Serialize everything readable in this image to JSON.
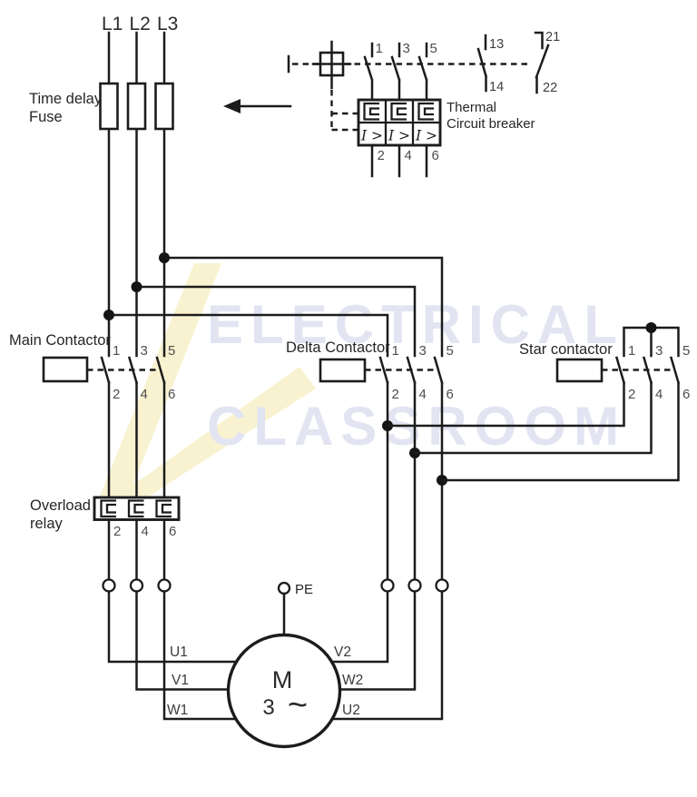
{
  "watermark": {
    "line1": "ELECTRICAL",
    "line2": "CLASSROOM"
  },
  "supply": {
    "phases": [
      "L1",
      "L2",
      "L3"
    ],
    "fuse_label": [
      "Time delay",
      "Fuse"
    ]
  },
  "breaker": {
    "label": [
      "Thermal",
      "Circuit breaker"
    ],
    "pole_top": [
      "1",
      "3",
      "5"
    ],
    "pole_bottom": [
      "2",
      "4",
      "6"
    ],
    "trip": [
      "I >",
      "I >",
      "I >"
    ],
    "aux_no": [
      "13",
      "14"
    ],
    "aux_nc": [
      "21",
      "22"
    ]
  },
  "main_contactor": {
    "label": "Main Contactor",
    "top": [
      "1",
      "3",
      "5"
    ],
    "bottom": [
      "2",
      "4",
      "6"
    ]
  },
  "delta_contactor": {
    "label": "Delta Contactor",
    "top": [
      "1",
      "3",
      "5"
    ],
    "bottom": [
      "2",
      "4",
      "6"
    ]
  },
  "star_contactor": {
    "label": "Star contactor",
    "top": [
      "1",
      "3",
      "5"
    ],
    "bottom": [
      "2",
      "4",
      "6"
    ]
  },
  "overload": {
    "label": [
      "Overload",
      "relay"
    ],
    "bottom": [
      "2",
      "4",
      "6"
    ]
  },
  "motor": {
    "symbol": "M",
    "phase": "3",
    "ac": "~",
    "pe": "PE",
    "left_terminals": [
      "U1",
      "V1",
      "W1"
    ],
    "right_terminals": [
      "V2",
      "W2",
      "U2"
    ]
  },
  "colors": {
    "line": "#1c1c1c",
    "numbers": "#4d4d4d",
    "watermark_blue": "#e2e4f2",
    "watermark_yellow": "#f9f2d0"
  }
}
